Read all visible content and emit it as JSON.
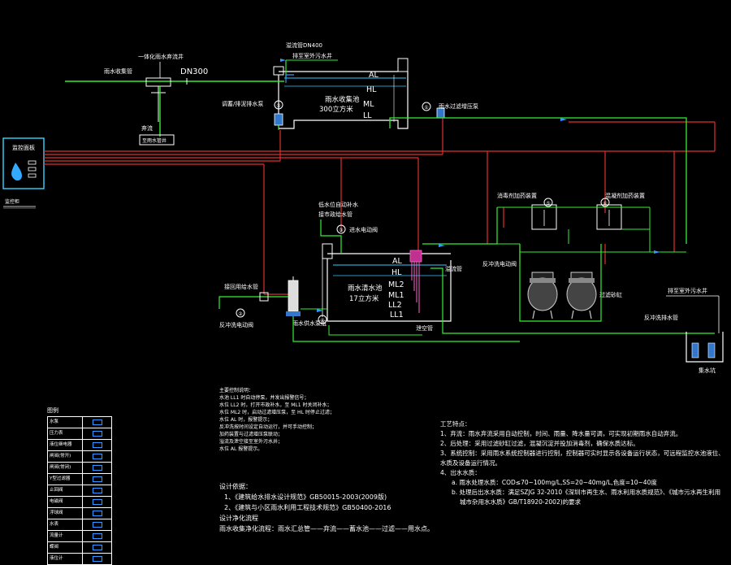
{
  "diagram": {
    "labels": {
      "inlet_device": "一体化雨水弃流井",
      "inlet_pipe": "雨水收集管",
      "dn300": "DN300",
      "discard": "弃流",
      "discard_well": "至雨水管井",
      "overflow_pipe": "溢流管DN400",
      "to_sewage": "排至室外污水井",
      "tank1_name": "雨水收集池",
      "tank1_vol": "300立方米",
      "sludge_pump": "调蓄/排泥排水泵",
      "filter_pump": "雨水过滤增压泵",
      "control_cabinet": "监控面板",
      "control_note": "监控柜",
      "disinfect": "消毒剂加药装置",
      "flocculant": "混凝剂加药装置",
      "low_level_1": "低水位自动补水",
      "low_level_2": "接市政给水管",
      "inlet_valve": "进水电动阀",
      "backwash_valve_top": "反冲洗电动阀",
      "overflow_short": "溢流管",
      "tank2_name": "雨水清水池",
      "tank2_vol": "17立方米",
      "drain_pipe": "泄空管",
      "recycle_pipe": "接回用给水管",
      "backwash_valve_left": "反冲洗电动阀",
      "supply_pump": "雨水供水泵组",
      "sand_filter": "过滤砂缸",
      "to_sewage_right": "排至室外污水井",
      "backwash_drain": "反冲洗排水管",
      "sump": "集水坑"
    },
    "levels1": [
      "AL",
      "HL",
      "ML",
      "LL"
    ],
    "levels2": [
      "AL",
      "HL",
      "ML2",
      "ML1",
      "LL2",
      "LL1"
    ],
    "markers": [
      "①",
      "②",
      "③",
      "④",
      "⑤",
      "⑥"
    ]
  },
  "legend": {
    "title": "图例",
    "items": [
      "水泵",
      "压力表",
      "液位继电器",
      "闸阀(常开)",
      "闸阀(常闭)",
      "Y型过滤器",
      "止回阀",
      "电磁阀",
      "浮球阀",
      "水表",
      "流量计",
      "蝶阀",
      "液位计"
    ]
  },
  "notes_mid": {
    "heading": "主要控制说明：",
    "lines": [
      "水池 LL1 时自动停泵，并发出报警信号；",
      "水位 LL2 时，打开市政补水，至 ML1 时关闭补水；",
      "水位 ML2 时，启动过滤增压泵，至 HL 时停止过滤；",
      "水位 AL 时，报警提示；",
      "反冲洗按时间设定自动运行，并可手动控制；",
      "加药装置与过滤增压泵联动；",
      "溢流及泄空接至室外污水井；",
      "水位 AL 报警提示。"
    ],
    "basis_title": "设计依据：",
    "basis": [
      "1、《建筑给水排水设计规范》GB50015-2003(2009版)",
      "2、《建筑与小区雨水利用工程技术规范》GB50400-2016"
    ],
    "flow_title": "设计净化流程",
    "flow": "雨水收集净化流程：雨水汇总管——弃流——蓄水池——过滤——用水点。"
  },
  "notes_right": {
    "heading": "工艺特点：",
    "items": [
      "1、弃流：雨水弃流采用自动控制，时间、雨量、降水量可调，可实现初期雨水自动弃流。",
      "2、后处理：采用过滤砂缸过滤，混凝沉淀并投加消毒剂，确保水质达标。",
      "3、系统控制：采用雨水系统控制器进行控制，控制器可实时显示各设备运行状态，可远程监控水池液位、水质及设备运行情况。",
      "4、出水水质："
    ],
    "sub_a": "a. 雨水处理水质：COD≤70~100mg/L,SS=20~40mg/L,色度=10~40度",
    "sub_b": "b. 处理后出水水质：满足SZJG 32-2010《深圳市再生水、雨水利用水质规范》、《城市污水再生利用",
    "sub_b2": "城市杂用水水质》GB/T18920-2002)的要求"
  }
}
